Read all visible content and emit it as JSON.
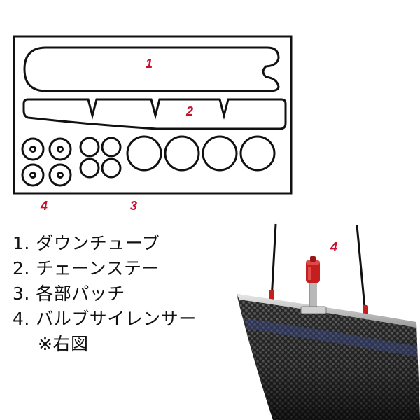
{
  "callouts": {
    "part1": "1",
    "part2": "2",
    "part3": "3",
    "part4_sheet": "4",
    "part4_photo": "4"
  },
  "legend": {
    "items": [
      "1. ダウンチューブ",
      "2. チェーンステー",
      "3. 各部パッチ",
      "4. バルブサイレンサー"
    ],
    "note": "※右図"
  },
  "colors": {
    "callout": "#c8102e",
    "outline": "#111111",
    "valve": "#c41e1e"
  }
}
